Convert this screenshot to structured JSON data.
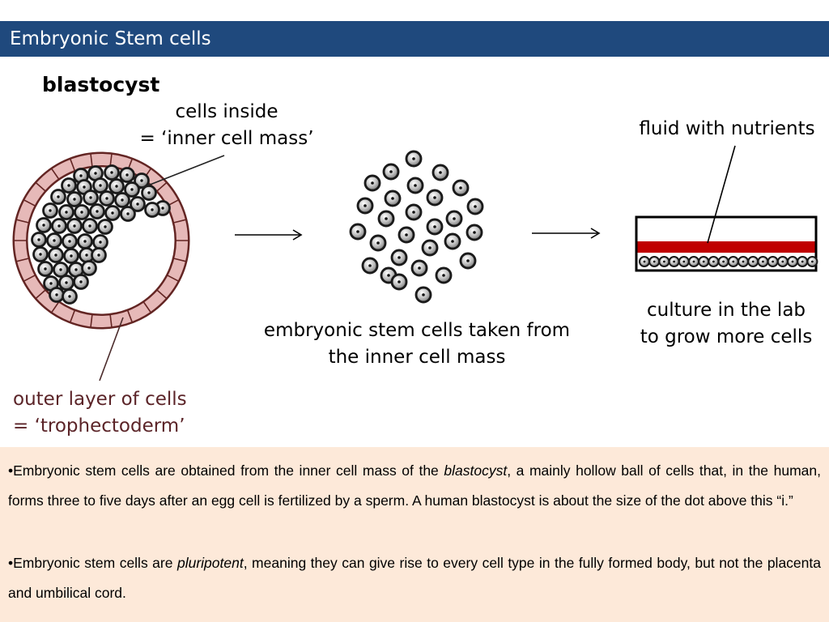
{
  "header": {
    "title": "Embryonic Stem cells"
  },
  "labels": {
    "blastocyst": "blastocyst",
    "inner_line1": "cells inside",
    "inner_line2": "= ‘inner cell mass’",
    "outer_line1": "outer layer of cells",
    "outer_line2": "= ‘trophectoderm’",
    "middle_line1": "embryonic stem cells taken from",
    "middle_line2": "the inner cell mass",
    "fluid": "fluid with nutrients",
    "culture_line1": "culture in the lab",
    "culture_line2": "to grow more cells"
  },
  "notes": {
    "note1": {
      "pre": "•Embryonic stem cells are obtained from the inner cell mass of the ",
      "em": "blastocyst",
      "post": ", a mainly hollow ball of cells that, in the human, forms three to five days after an egg cell is fertilized by a sperm. A human blastocyst is about the size of the dot above this “i.”"
    },
    "note2": {
      "pre": "•Embryonic stem cells are ",
      "em": "pluripotent",
      "post": ", meaning they can give rise to every cell type in the fully formed body, but not the placenta and umbilical cord."
    }
  },
  "colors": {
    "header_bg": "#1f497d",
    "trophectoderm_fill": "#e6b9b8",
    "trophectoderm_stroke": "#632523",
    "outer_label_text": "#5b2428",
    "nutrient_fluid": "#c00000",
    "notes_bg": "#fde9d9"
  }
}
